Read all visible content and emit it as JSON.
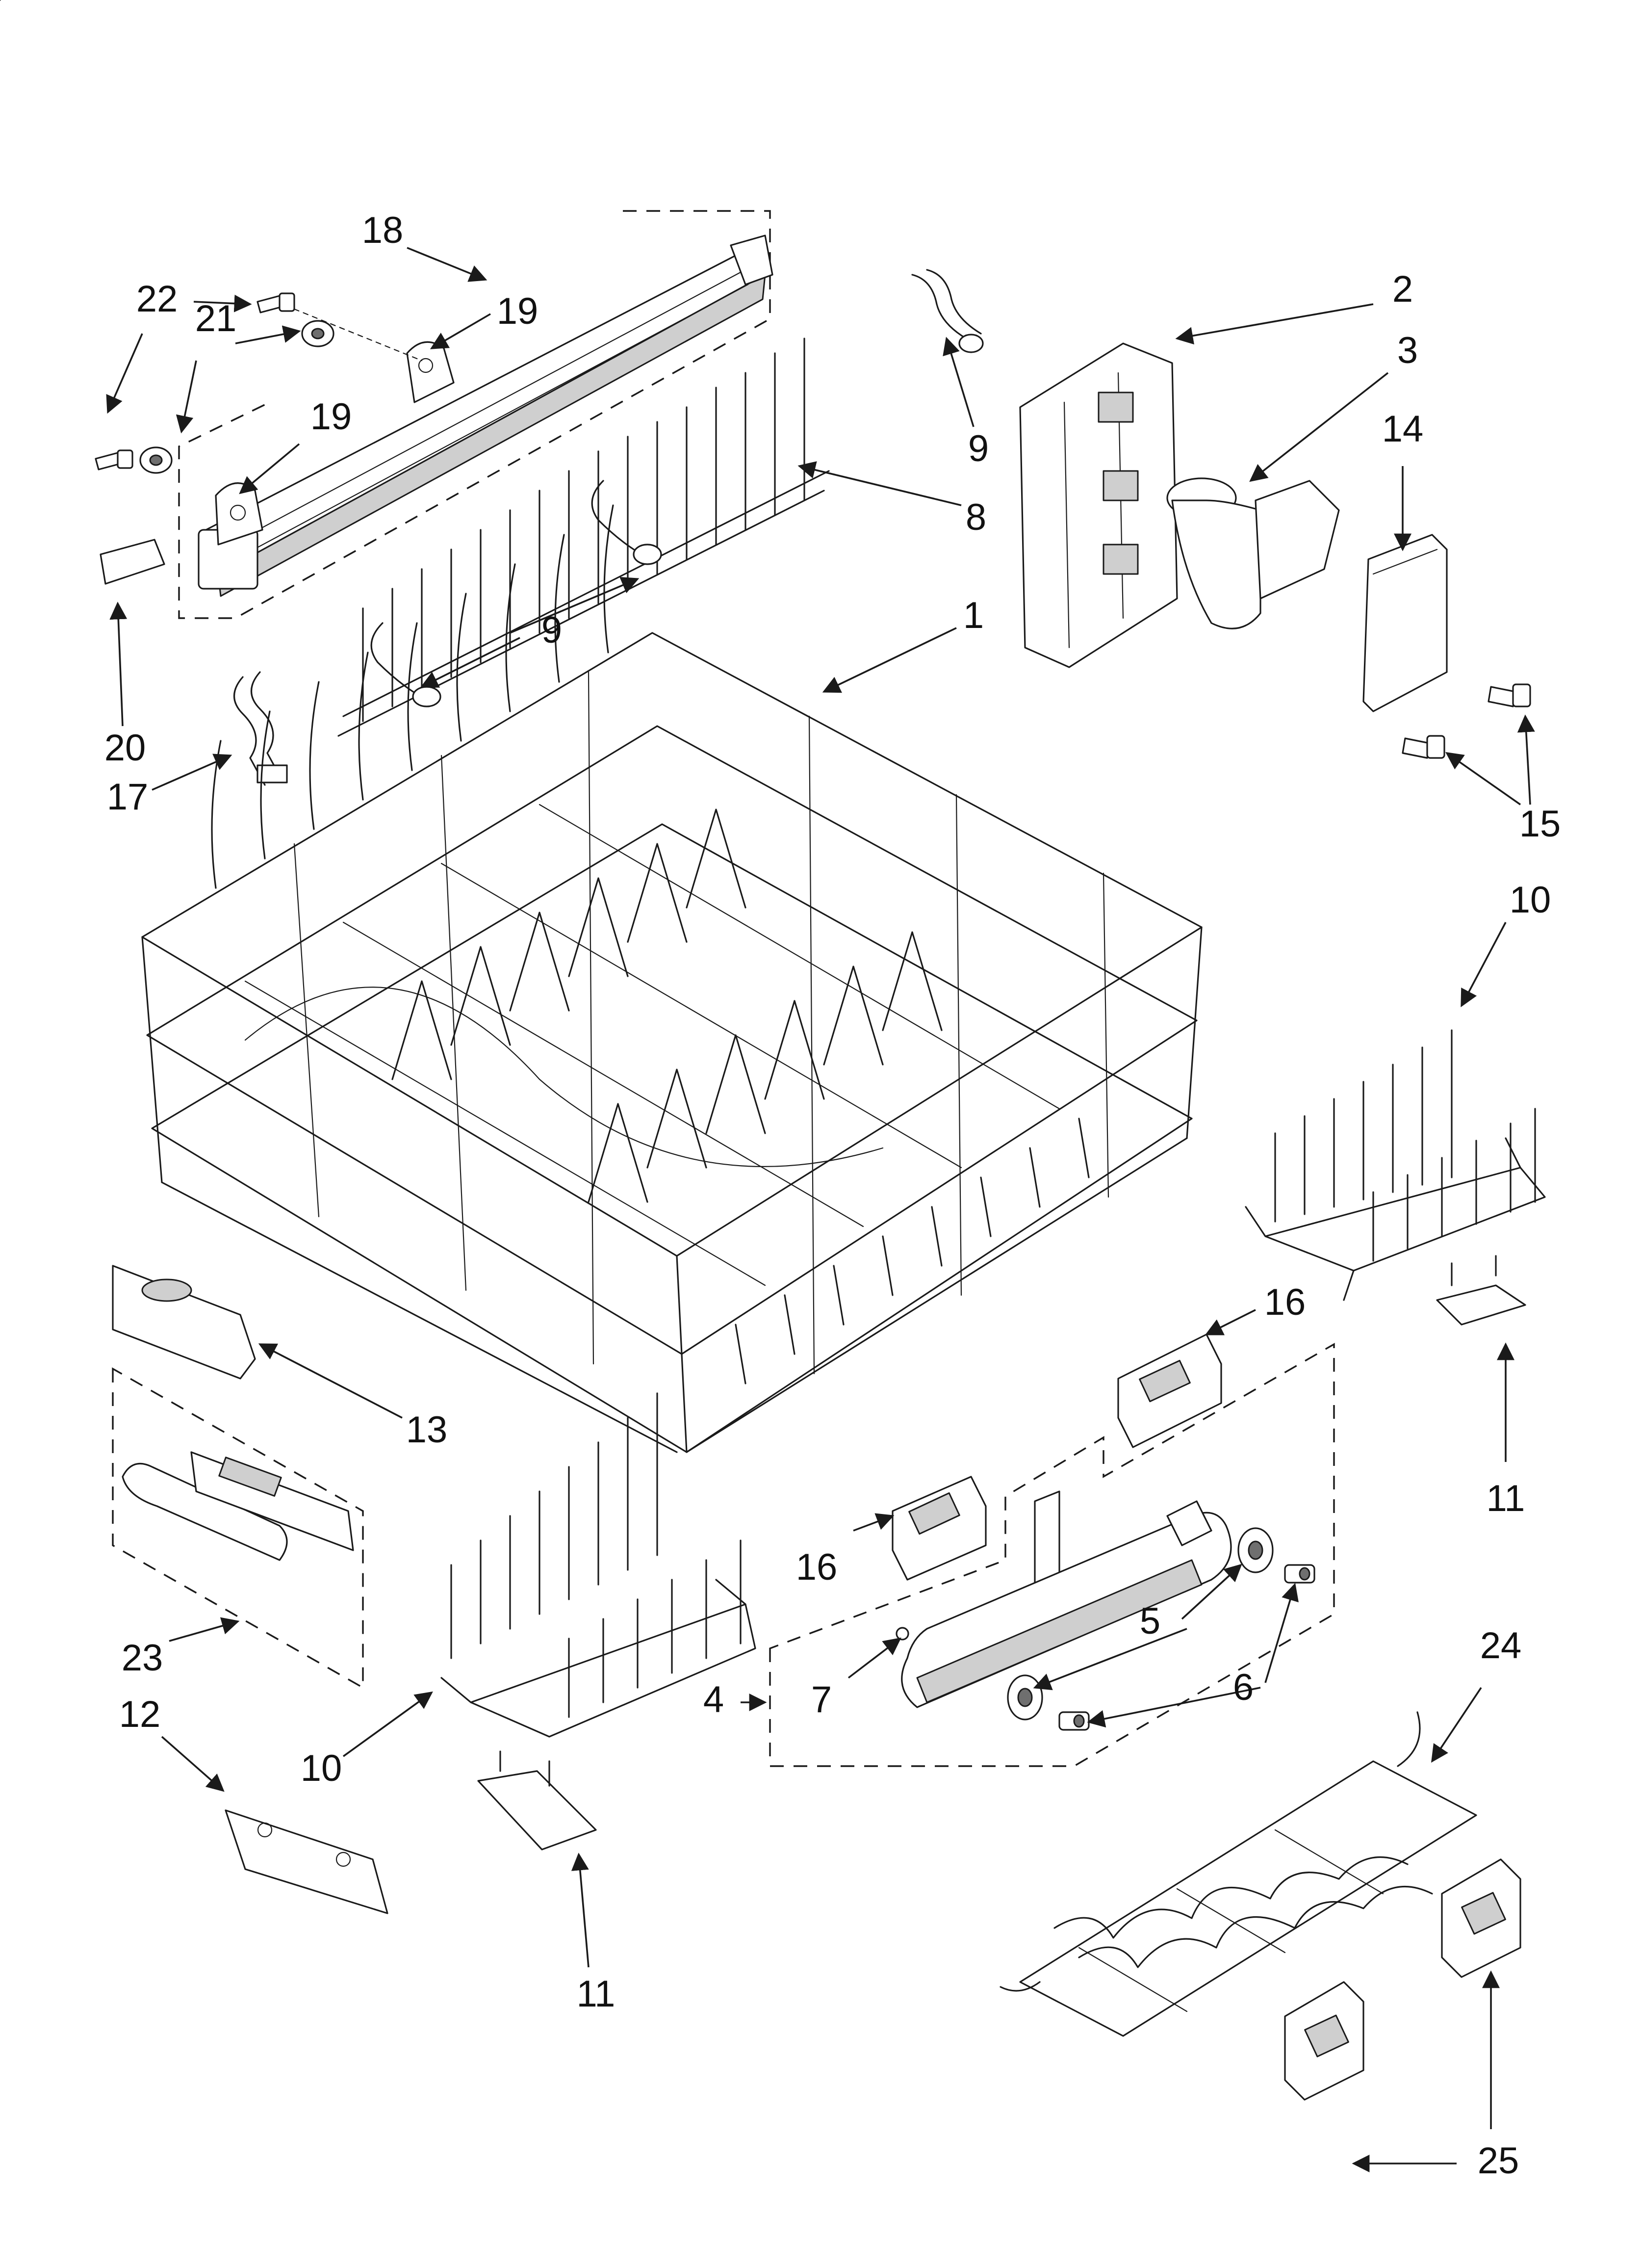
{
  "callouts": {
    "c1": "1",
    "c2": "2",
    "c3": "3",
    "c4": "4",
    "c5": "5",
    "c6": "6",
    "c7": "7",
    "c8": "8",
    "c9a": "9",
    "c9b": "9",
    "c10a": "10",
    "c10b": "10",
    "c11a": "11",
    "c11b": "11",
    "c12": "12",
    "c13": "13",
    "c14": "14",
    "c15": "15",
    "c16a": "16",
    "c16b": "16",
    "c17": "17",
    "c18": "18",
    "c19a": "19",
    "c19b": "19",
    "c20": "20",
    "c21": "21",
    "c22": "22",
    "c23": "23",
    "c24": "24",
    "c25": "25"
  }
}
